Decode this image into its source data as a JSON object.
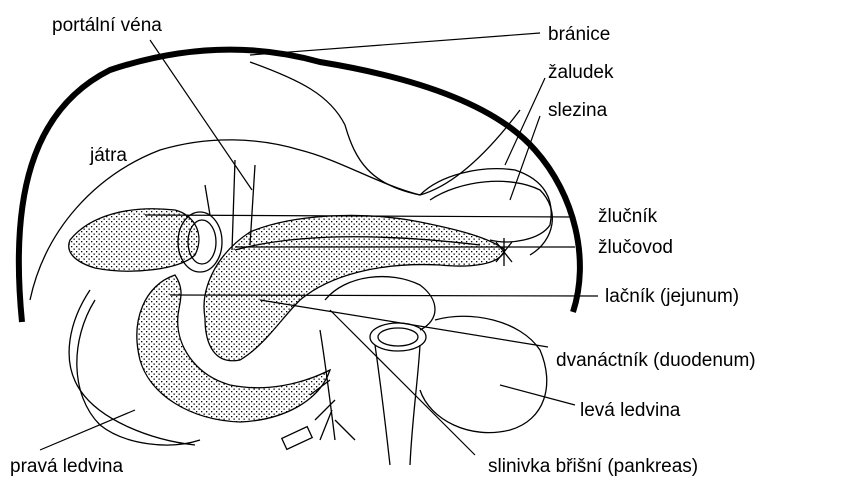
{
  "labels": {
    "portalni_vena": "portální véna",
    "branice": "bránice",
    "zaludek": "žaludek",
    "slezina": "slezina",
    "jatra": "játra",
    "zlucnik": "žlučník",
    "zlucovod": "žlučovod",
    "lacnik": "lačník (jejunum)",
    "dvanactnik": "dvanáctník (duodenum)",
    "leva_ledvina": "levá ledvina",
    "prava_ledvina": "pravá ledvina",
    "slinivka": "slinivka břišní (pankreas)"
  },
  "colors": {
    "line": "#000000",
    "background": "#ffffff"
  }
}
